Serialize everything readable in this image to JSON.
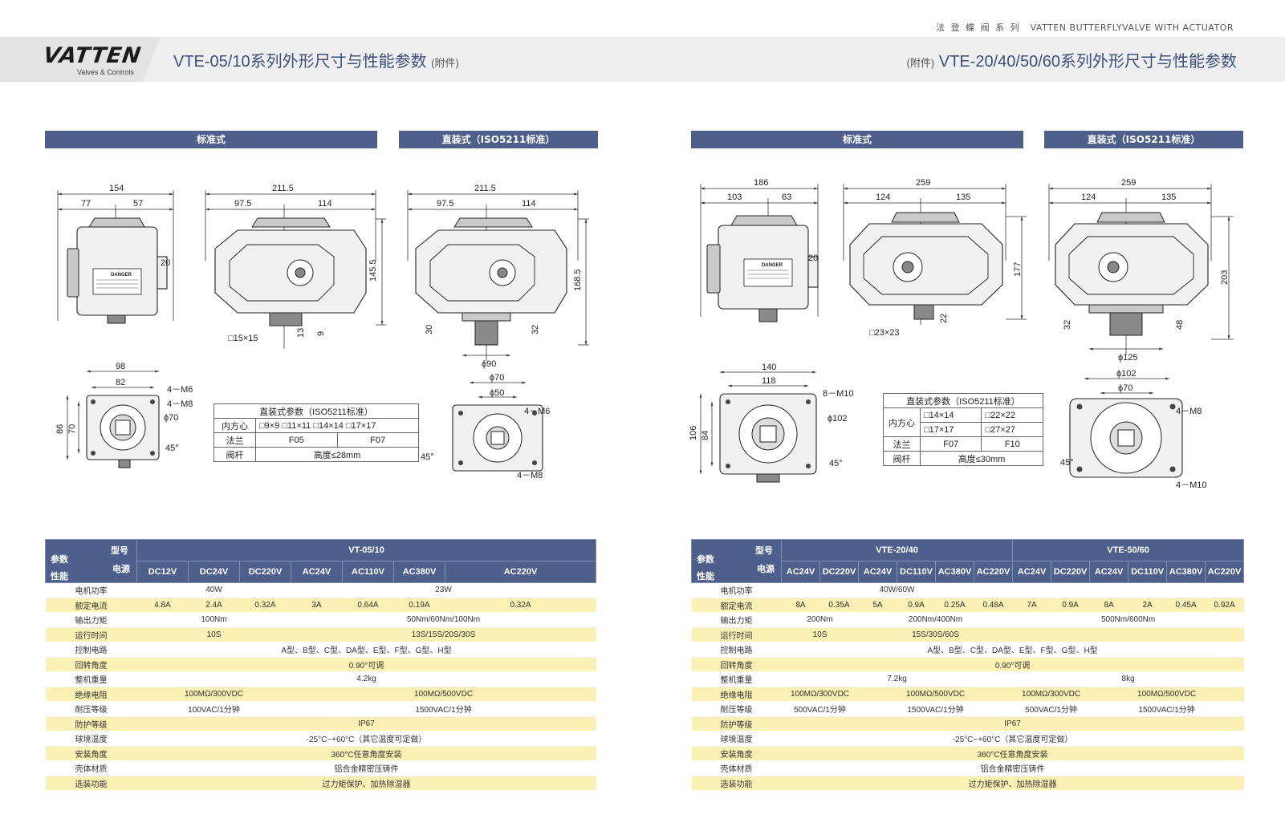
{
  "header": {
    "series_cn": "法 登 蝶 阀 系 列",
    "series_en": "VATTEN BUTTERFLYVALVE WITH ACTUATOR",
    "logo": "VATTEN",
    "logo_sub": "Valves & Controls",
    "title_left": "VTE-05/10系列外形尺寸与性能参数",
    "title_left_tag": "(附件)",
    "title_right_tag": "(附件)",
    "title_right": "VTE-20/40/50/60系列外形尺寸与性能参数"
  },
  "sections": {
    "std": "标准式",
    "direct": "直装式（ISO5211标准）"
  },
  "left_dims": {
    "w154": "154",
    "w77": "77",
    "w57": "57",
    "w20": "20",
    "w2115a": "211.5",
    "w975a": "97.5",
    "w114a": "114",
    "h1455": "145.5",
    "sq1515": "□15×15",
    "h13": "13",
    "h9": "9",
    "w2115b": "211.5",
    "w975b": "97.5",
    "w114b": "114",
    "h1685": "168.5",
    "h30": "30",
    "h32": "32",
    "d90": "ϕ90",
    "w98": "98",
    "w82": "82",
    "m6": "4－M6",
    "m8": "4－M8",
    "d70": "ϕ70",
    "h86": "86",
    "h70": "70",
    "a45": "45°",
    "bd70": "ϕ70",
    "bd50": "ϕ50",
    "bm6": "4－M6",
    "bm8": "4－M8",
    "ba45": "45°",
    "danger": "DANGER"
  },
  "right_dims": {
    "w186": "186",
    "w103": "103",
    "w63": "63",
    "w20": "20",
    "w259a": "259",
    "w124a": "124",
    "w135a": "135",
    "h177": "177",
    "sq2323": "□23×23",
    "h22": "22",
    "w259b": "259",
    "w124b": "124",
    "w135b": "135",
    "h203": "203",
    "h32": "32",
    "h48": "48",
    "d125": "ϕ125",
    "w140": "140",
    "w118": "118",
    "m10": "8－M10",
    "d102": "ϕ102",
    "h106": "106",
    "h84": "84",
    "a45": "45°",
    "bd102": "ϕ102",
    "bd70": "ϕ70",
    "bm8": "4－M8",
    "bm10": "4－M10",
    "ba45": "45°",
    "danger": "DANGER"
  },
  "param_left": {
    "title": "直装式参数（ISO5211标准）",
    "r1_label": "内方心",
    "r1_value": "□9×9  □11×11  □14×14  □17×17",
    "r2_label": "法兰",
    "r2_v1": "F05",
    "r2_v2": "F07",
    "r3_label": "阀杆",
    "r3_value": "高度≤28mm"
  },
  "param_right": {
    "title": "直装式参数（ISO5211标准）",
    "r1_label": "内方心",
    "r1_a": "□14×14",
    "r1_b": "□22×22",
    "r1_c": "□17×17",
    "r1_d": "□27×27",
    "r2_label": "法兰",
    "r2_v1": "F07",
    "r2_v2": "F10",
    "r3_label": "阀杆",
    "r3_value": "高度≤30mm"
  },
  "corner": {
    "model": "型号",
    "param": "参数",
    "power": "电源",
    "perf": "性能"
  },
  "table_left": {
    "group": "VT-05/10",
    "voltages": [
      "DC12V",
      "DC24V",
      "DC220V",
      "AC24V",
      "AC110V",
      "AC380V",
      "AC220V"
    ],
    "rows": [
      {
        "label": "电机功率",
        "a": "40W",
        "b": "23W"
      },
      {
        "label": "额定电流",
        "cells": [
          "4.8A",
          "2.4A",
          "0.32A",
          "3A",
          "0.64A",
          "0.19A",
          "0.32A"
        ]
      },
      {
        "label": "输出力矩",
        "a": "100Nm",
        "b": "50Nm/60Nm/100Nm"
      },
      {
        "label": "运行时间",
        "a": "10S",
        "b": "13S/15S/20S/30S"
      },
      {
        "label": "控制电路",
        "all": "A型、B型、C型、DA型、E型、F型、G型、H型"
      },
      {
        "label": "回转角度",
        "all": "0.90°可调"
      },
      {
        "label": "整机重量",
        "all": "4.2kg"
      },
      {
        "label": "绝缘电阻",
        "a": "100MΩ/300VDC",
        "b": "100MΩ/500VDC"
      },
      {
        "label": "耐压等级",
        "a": "100VAC/1分钟",
        "b": "1500VAC/1分钟"
      },
      {
        "label": "防护等级",
        "all": "IP67"
      },
      {
        "label": "球境温度",
        "all": "-25°C~+60°C（其它温度可定做）"
      },
      {
        "label": "安装角度",
        "all": "360°C任意角度安装"
      },
      {
        "label": "壳体材质",
        "all": "铝合金精密压铸件"
      },
      {
        "label": "选装功能",
        "all": "过力矩保护、加热除湿器"
      }
    ]
  },
  "table_right": {
    "group1": "VTE-20/40",
    "group2": "VTE-50/60",
    "voltages": [
      "AC24V",
      "DC220V",
      "AC24V",
      "DC110V",
      "AC380V",
      "AC220V",
      "AC24V",
      "DC220V",
      "AC24V",
      "DC110V",
      "AC380V",
      "AC220V"
    ],
    "rows": [
      {
        "label": "电机功率",
        "g1": "40W/60W",
        "g2": ""
      },
      {
        "label": "额定电流",
        "cells": [
          "8A",
          "0.35A",
          "5A",
          "0.9A",
          "0.25A",
          "0.48A",
          "7A",
          "0.9A",
          "8A",
          "2A",
          "0.45A",
          "0.92A"
        ]
      },
      {
        "label": "输出力矩",
        "a": "200Nm",
        "b": "200Nm/400Nm",
        "c": "500Nm/600Nm"
      },
      {
        "label": "运行时间",
        "a": "10S",
        "b": "15S/30S/60S",
        "c": ""
      },
      {
        "label": "控制电路",
        "all": "A型、B型、C型、DA型、E型、F型、G型、H型"
      },
      {
        "label": "回转角度",
        "all": "0.90°可调"
      },
      {
        "label": "整机重量",
        "g1": "7.2kg",
        "g2": "8kg"
      },
      {
        "label": "绝缘电阻",
        "a": "100MΩ/300VDC",
        "b": "100MΩ/500VDC",
        "c": "100MΩ/300VDC",
        "d": "100MΩ/500VDC"
      },
      {
        "label": "耐压等级",
        "a": "500VAC/1分钟",
        "b": "1500VAC/1分钟",
        "c": "500VAC/1分钟",
        "d": "1500VAC/1分钟"
      },
      {
        "label": "防护等级",
        "all": "IP67"
      },
      {
        "label": "球境温度",
        "all": "-25°C~+60°C（其它温度可定做）"
      },
      {
        "label": "安装角度",
        "all": "360°C任意角度安装"
      },
      {
        "label": "壳体材质",
        "all": "铝合金精密压铸件"
      },
      {
        "label": "选装功能",
        "all": "过力矩保护、加热除湿器"
      }
    ]
  }
}
